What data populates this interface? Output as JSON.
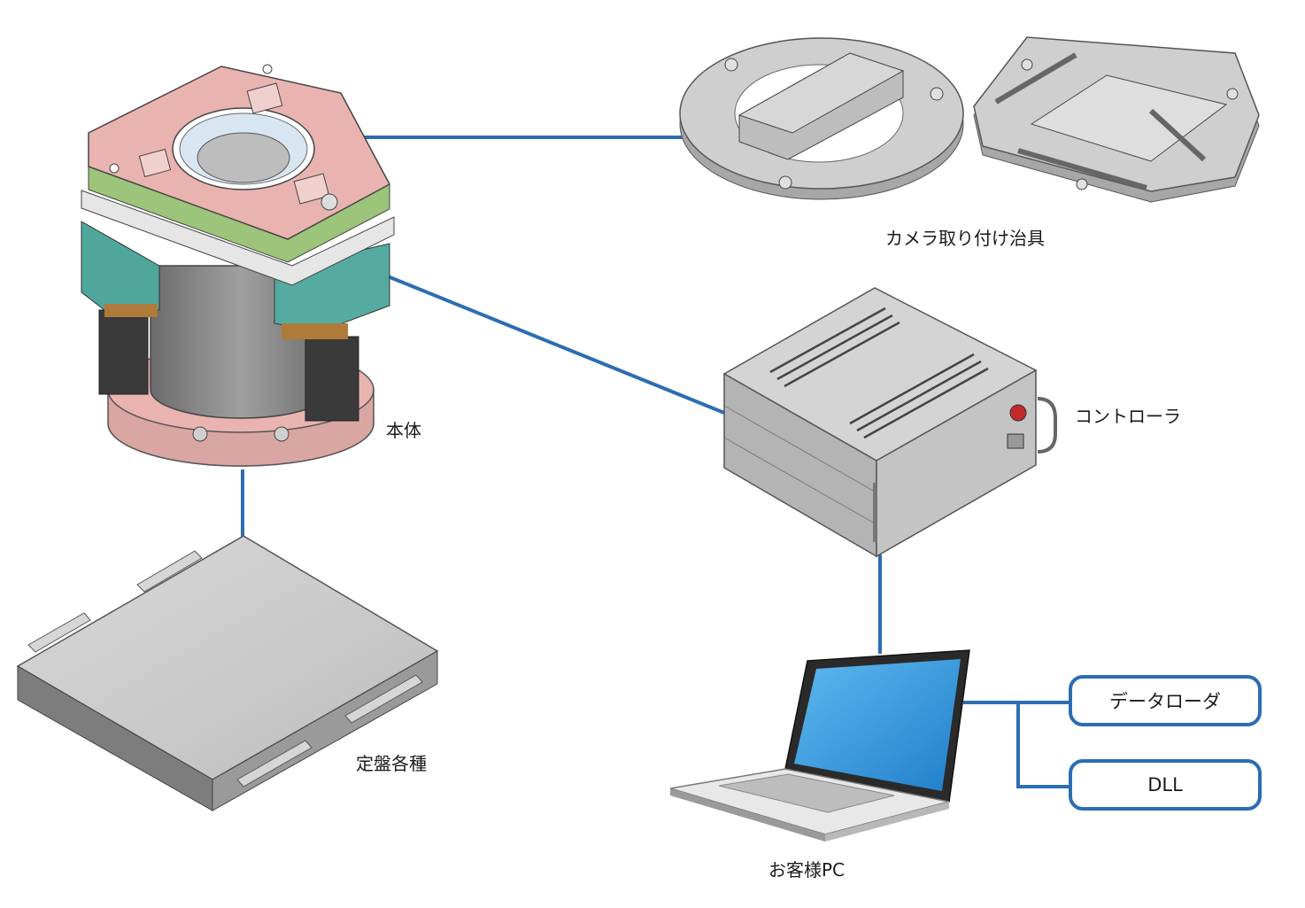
{
  "labels": {
    "camera_jig": "カメラ取り付け治具",
    "main_body": "本体",
    "controller": "コントローラ",
    "surface_plates": "定盤各種",
    "customer_pc": "お客様PC"
  },
  "software": {
    "data_loader": "データローダ",
    "dll": "DLL"
  },
  "colors": {
    "connector": "#2c6db3",
    "body_pink": "#e9b4b0",
    "ring_green": "#9cc47a",
    "side_teal": "#4fa79c",
    "metal_grey": "#c4c4c4",
    "screen_blue": "#3d9ee6"
  }
}
